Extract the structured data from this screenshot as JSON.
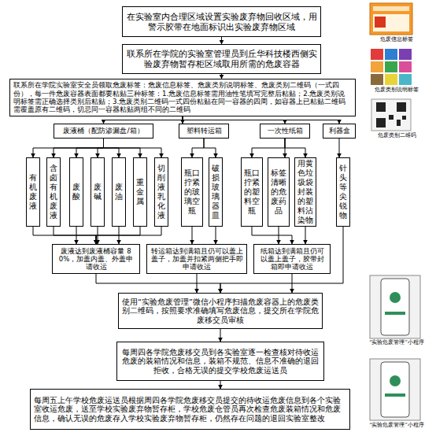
{
  "diagram": {
    "nodes": [
      {
        "text": [
          "在实验室内合理区域设置实验废弃物回收区域，用警示胶带在地面标识出实验废弃物区域"
        ]
      },
      {
        "text": [
          "联系所在学院的实验室管理员到丘华科技楼西侧实验废弃物暂存柜区域取用所需的危废容器"
        ]
      },
      {
        "text": [
          "联系所在学院实验室安全员领取危废标签：危废信息标签、危废类别说明标签、危废类别二维码（一式四份），每一件危废容器表面都要粘贴三种标签：1.危废信息标签需用油性笔填写完整后粘贴；2.危废类别说明标签需正确选择类别后粘贴；3.危废类别二维码一式四份粘贴在同一容器的四周，如容器上已粘贴二维码需覆盖原有二维码，切忌同一容器粘贴两组不同的二维码"
        ]
      },
      {
        "text": [
          "废液桶（配防渗漏盘/箱）"
        ]
      },
      {
        "text": [
          "塑料转运箱"
        ]
      },
      {
        "text": [
          "一次性纸箱"
        ]
      },
      {
        "text": [
          "利器盒"
        ]
      },
      {
        "text": [
          "有机废液"
        ]
      },
      {
        "text": [
          "含卤有机废液"
        ]
      },
      {
        "text": [
          "废酸"
        ]
      },
      {
        "text": [
          "废碱"
        ]
      },
      {
        "text": [
          "废油"
        ]
      },
      {
        "text": [
          "重金属"
        ]
      },
      {
        "text": [
          "切削液乳化液"
        ]
      },
      {
        "text": [
          "瓶口拧紧的玻璃空瓶"
        ]
      },
      {
        "text": [
          "破损玻璃器皿"
        ]
      },
      {
        "text": [
          "瓶口拧紧的塑料空瓶"
        ]
      },
      {
        "text": [
          "标签清晰的危废药品"
        ]
      },
      {
        "text": [
          "用黄色垃圾袋封装的塑料沾染物"
        ]
      },
      {
        "text": [
          "针头等尖锐物"
        ]
      },
      {
        "text": [
          "废液达到废液桶容量 80%，加盖内盖、外盖申请收运"
        ]
      },
      {
        "text": [
          "转运箱达到满箱且仍可以盖上盖子，加盖并扣紧两侧把手即申请收运"
        ]
      },
      {
        "text": [
          "纸箱达到满箱且仍可以盖上盖子，胶带封箱即申请收运"
        ]
      },
      {
        "text": [
          "使用“实验危废管理”微信小程序扫描危废容器上的危废类别二维码，按照要求准确填写危废信息，提交所在学院危废移交员审核"
        ]
      },
      {
        "text": [
          "每周四各学院危废移交员到各实验室逐一检查核对待收运危废的装箱情况和信息，装箱不规范、信息不准确的退回拒收，合格无误的提交学校危废运送员"
        ]
      },
      {
        "text": [
          "每周五上午学校危废运送员根据周四各学院危废移交员提交的待收运危废信息到各个实验室收运危废，送至学校实验废弃物暂存柜，学校危废仓管员再次检查危废装箱情况和危废信息，确认无误的危废存入学校实验废弃物暂存柜，仍然存在问题的退回实验室整改"
        ]
      }
    ],
    "edges": [
      {
        "from": 0,
        "to": 1,
        "arrow": "to"
      },
      {
        "from": 1,
        "to": 2,
        "arrow": "to"
      },
      {
        "from": 2,
        "to": 3,
        "arrow": "to"
      },
      {
        "from": 2,
        "to": 4,
        "arrow": "to"
      },
      {
        "from": 2,
        "to": 5,
        "arrow": "to"
      },
      {
        "from": 2,
        "to": 6,
        "arrow": "to"
      },
      {
        "from": 3,
        "to": 7,
        "arrow": "to"
      },
      {
        "from": 3,
        "to": 8,
        "arrow": "to"
      },
      {
        "from": 3,
        "to": 9,
        "arrow": "to"
      },
      {
        "from": 3,
        "to": 10,
        "arrow": "to"
      },
      {
        "from": 3,
        "to": 11,
        "arrow": "to"
      },
      {
        "from": 3,
        "to": 12,
        "arrow": "to"
      },
      {
        "from": 3,
        "to": 13,
        "arrow": "to"
      },
      {
        "from": 4,
        "to": 14,
        "arrow": "to"
      },
      {
        "from": 4,
        "to": 15,
        "arrow": "to"
      },
      {
        "from": 5,
        "to": 16,
        "arrow": "to"
      },
      {
        "from": 5,
        "to": 17,
        "arrow": "to"
      },
      {
        "from": 5,
        "to": 18,
        "arrow": "to"
      },
      {
        "from": 6,
        "to": 19,
        "arrow": "to"
      },
      {
        "from": 7,
        "to": 20,
        "arrow": "to"
      },
      {
        "from": 8,
        "to": 20,
        "arrow": "to"
      },
      {
        "from": 9,
        "to": 20,
        "arrow": "to"
      },
      {
        "from": 10,
        "to": 20,
        "arrow": "to"
      },
      {
        "from": 11,
        "to": 20,
        "arrow": "to"
      },
      {
        "from": 12,
        "to": 20,
        "arrow": "to"
      },
      {
        "from": 13,
        "to": 20,
        "arrow": "to"
      },
      {
        "from": 14,
        "to": 21,
        "arrow": "to"
      },
      {
        "from": 15,
        "to": 21,
        "arrow": "to"
      },
      {
        "from": 16,
        "to": 22,
        "arrow": "to"
      },
      {
        "from": 17,
        "to": 22,
        "arrow": "to"
      },
      {
        "from": 18,
        "to": 22,
        "arrow": "to"
      },
      {
        "from": 19,
        "to": 23,
        "arrow": "to"
      },
      {
        "from": 20,
        "to": 23,
        "arrow": "to"
      },
      {
        "from": 21,
        "to": 23,
        "arrow": "to"
      },
      {
        "from": 22,
        "to": 23,
        "arrow": "to"
      },
      {
        "from": 23,
        "to": 24,
        "arrow": "to"
      },
      {
        "from": 24,
        "to": 25,
        "arrow": "to"
      }
    ],
    "labels": [
      "危废信息标签",
      "危废类别说明标签",
      "危废类别二维码",
      "“实验危废管理”小程序",
      "“实验危废管理”小程序"
    ]
  }
}
